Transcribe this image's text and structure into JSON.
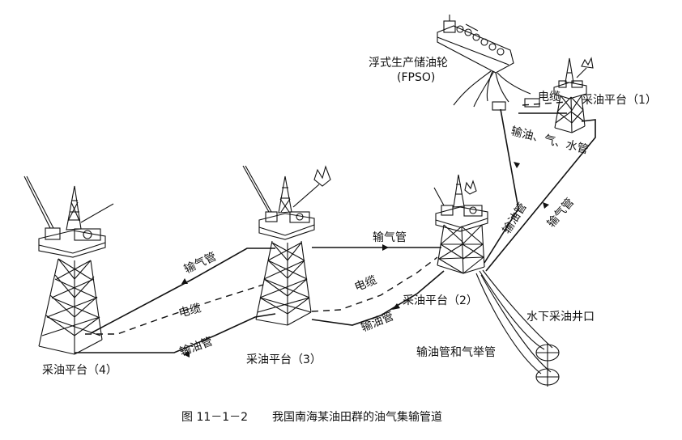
{
  "labels": {
    "fpso_cn": "浮式生产储油轮",
    "fpso_en": "(FPSO)",
    "cable_top": "电缆",
    "platform1": "采油平台（1）",
    "pipe_oil_gas_water": "输油、气、水管",
    "pipe_oil_right": "输油管",
    "pipe_gas_right": "输气管",
    "pipe_gas_mid": "输气管",
    "cable_mid": "电缆",
    "platform2": "采油平台（2）",
    "pipe_oil_mid": "输油管",
    "pipe_gas_left": "输气管",
    "cable_left": "电缆",
    "pipe_oil_left": "输油管",
    "platform3": "采油平台（3）",
    "platform4": "采油平台（4）",
    "wellhead": "水下采油井口",
    "oil_gaslift": "输油管和气举管"
  },
  "caption": {
    "figure_number": "图 11－1－2",
    "title": "我国南海某油田群的油气集输管道"
  }
}
